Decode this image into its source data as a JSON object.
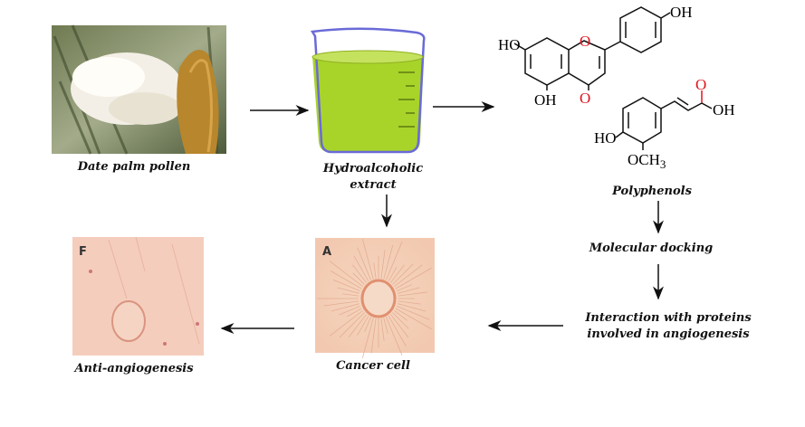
{
  "labels": {
    "pollen": "Date palm pollen",
    "extract_line1": "Hydroalcoholic",
    "extract_line2": "extract",
    "polyphenols": "Polyphenols",
    "docking": "Molecular docking",
    "interaction_line1": "Interaction with proteins",
    "interaction_line2": "involved in angiogenesis",
    "cancer": "Cancer cell",
    "anti": "Anti-angiogenesis"
  },
  "panel_letters": {
    "cancer": "A",
    "anti": "F"
  },
  "chem": {
    "ho": "HO",
    "oh": "OH",
    "o": "O",
    "och3": "OCH3"
  },
  "colors": {
    "liquid": "#a8d42a",
    "beaker": "#6a6ad8",
    "cell_bg": "#f4cbb4",
    "ketone": "#e0141e"
  }
}
